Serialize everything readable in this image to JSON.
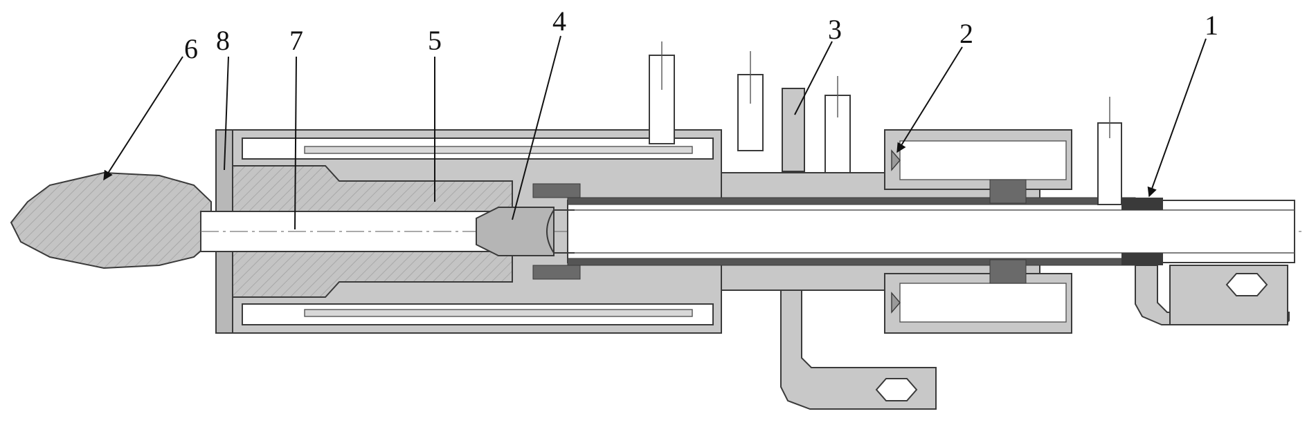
{
  "labels": {
    "l1": "1",
    "l2": "2",
    "l3": "3",
    "l4": "4",
    "l5": "5",
    "l6": "6",
    "l7": "7",
    "l8": "8"
  },
  "colors": {
    "body": "#c8c8c8",
    "dark": "#555555",
    "line": "#3a3a3a",
    "hatch": "#9a9a9a"
  }
}
